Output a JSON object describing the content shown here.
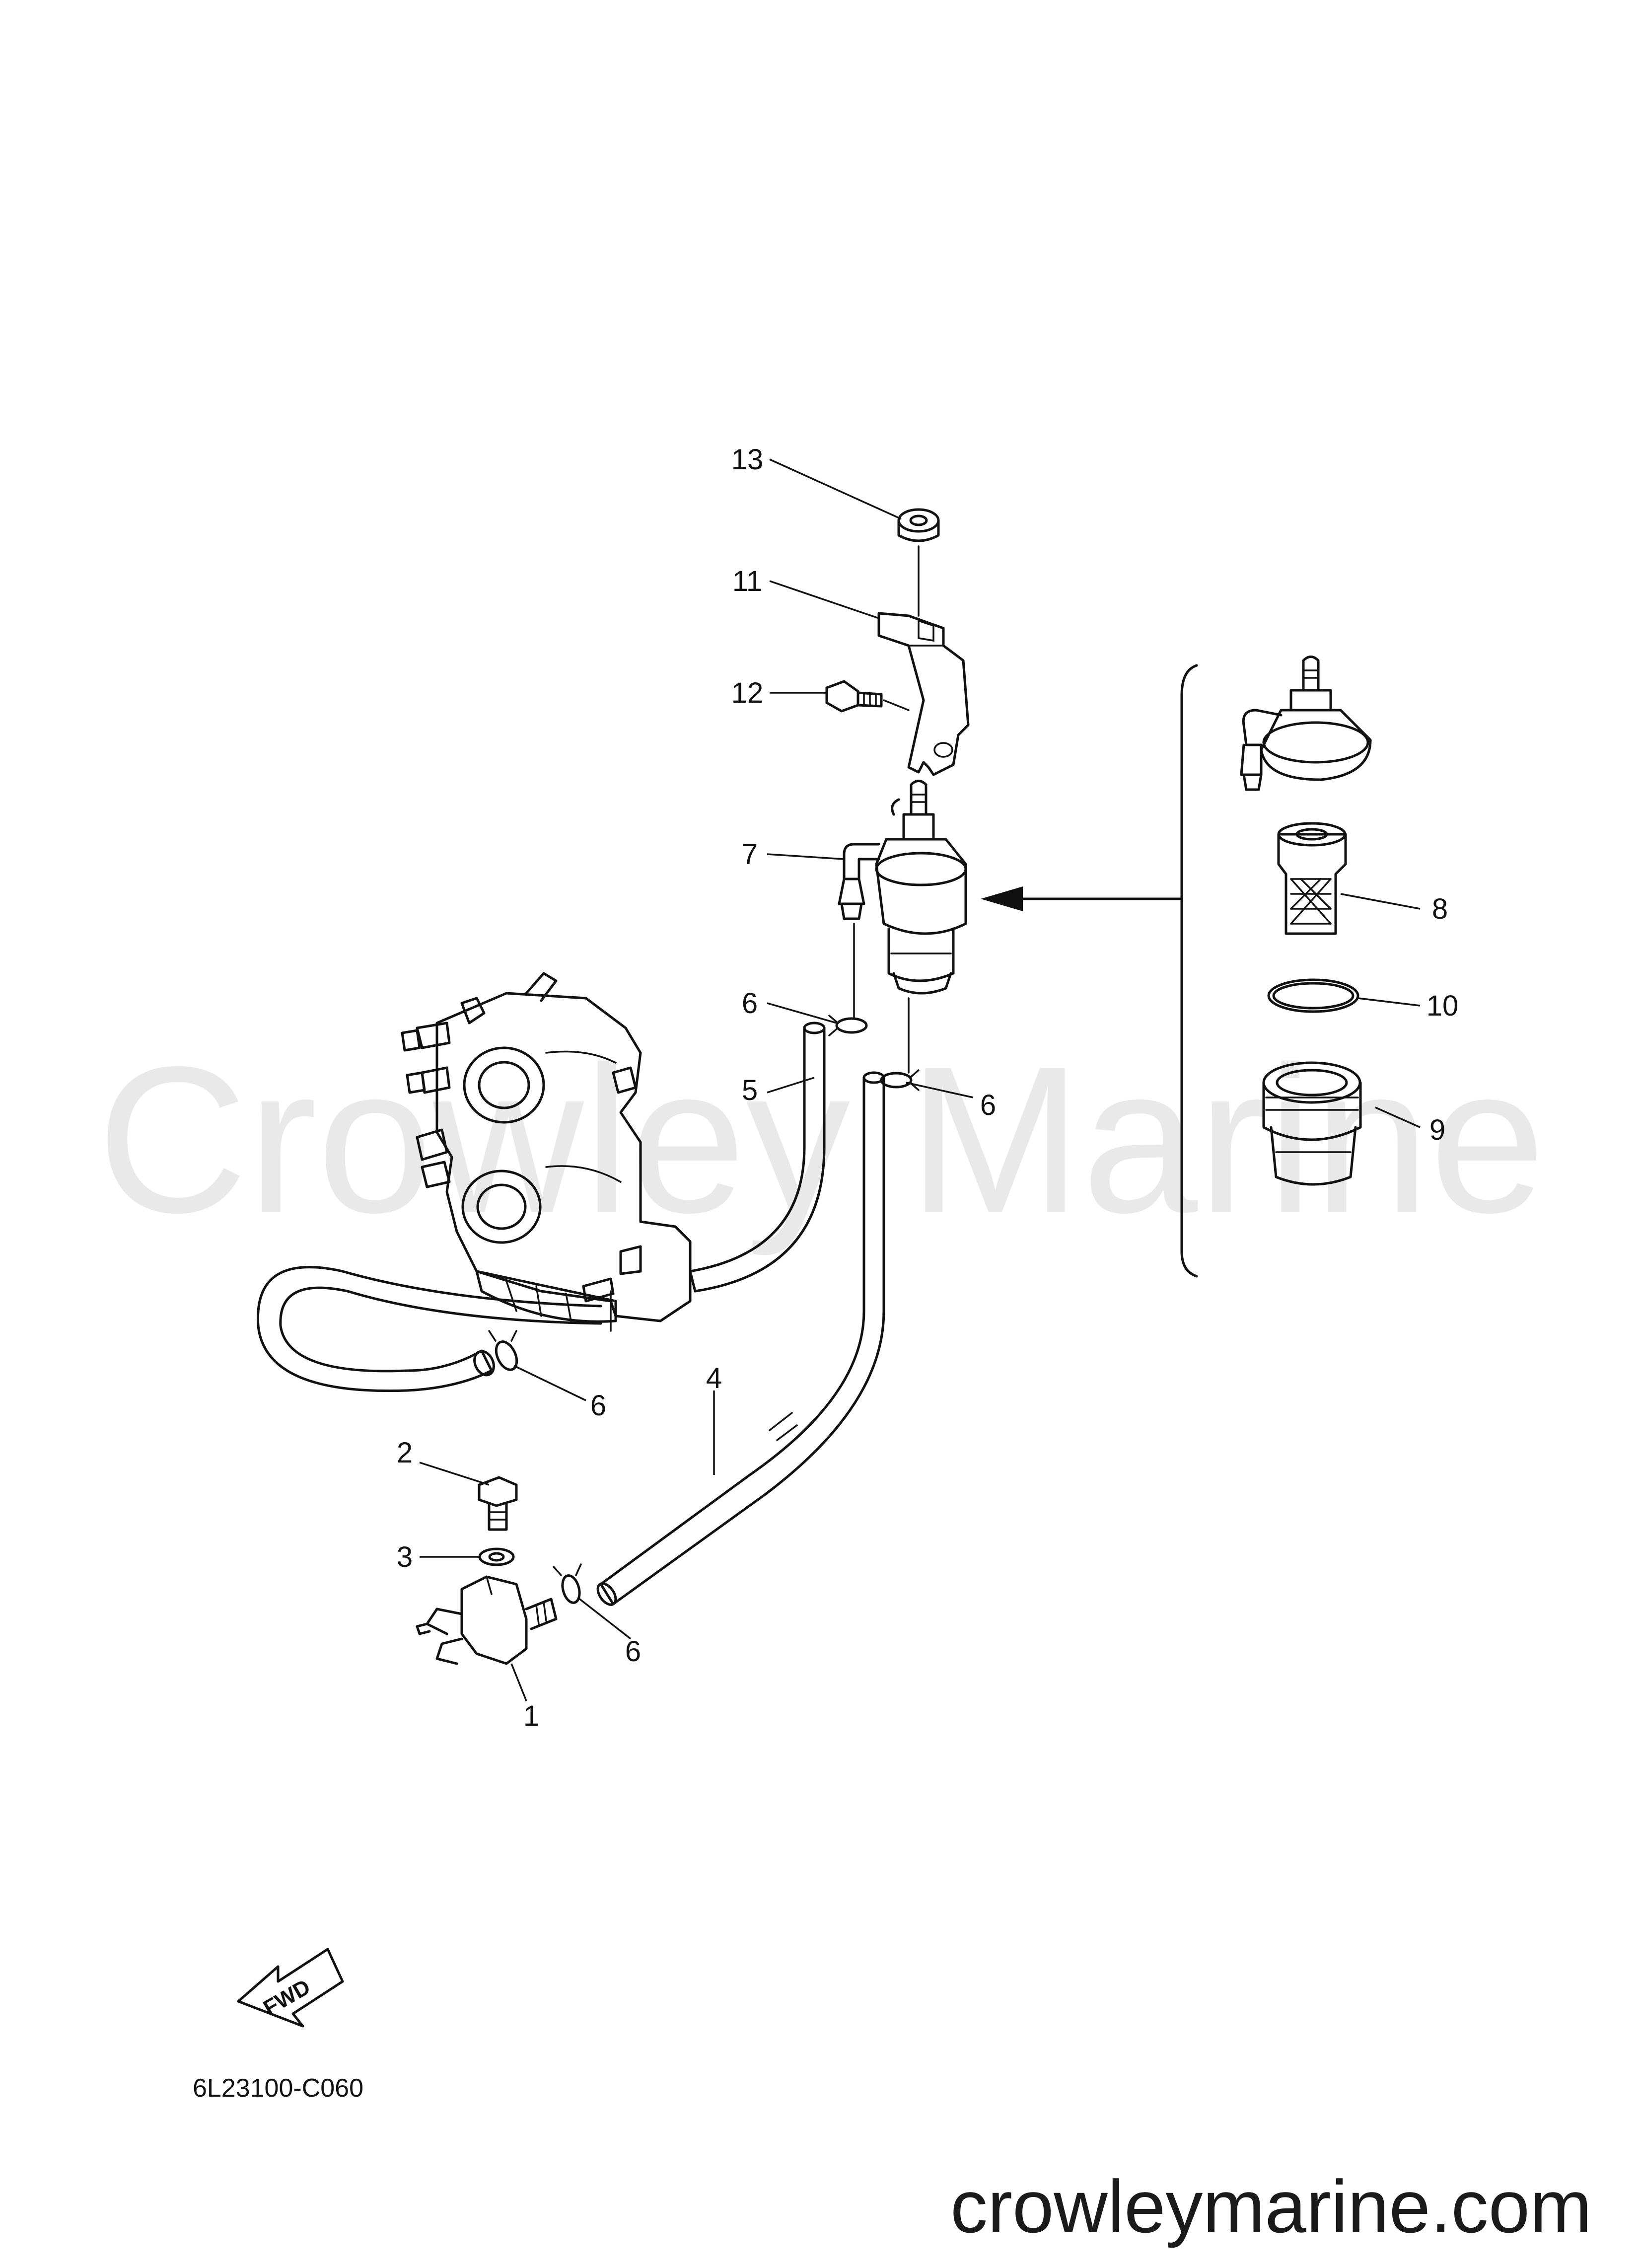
{
  "watermark": "Crowley Marine",
  "diagram_code": "6L23100-C060",
  "site_url": "crowleymarine.com",
  "fwd_label": "FWD",
  "callouts": [
    "1",
    "2",
    "3",
    "4",
    "5",
    "6",
    "6",
    "6",
    "6",
    "7",
    "8",
    "9",
    "10",
    "11",
    "12",
    "13"
  ],
  "colors": {
    "ink": "#111111",
    "watermark": "#e9e9e9",
    "background": "#ffffff"
  }
}
